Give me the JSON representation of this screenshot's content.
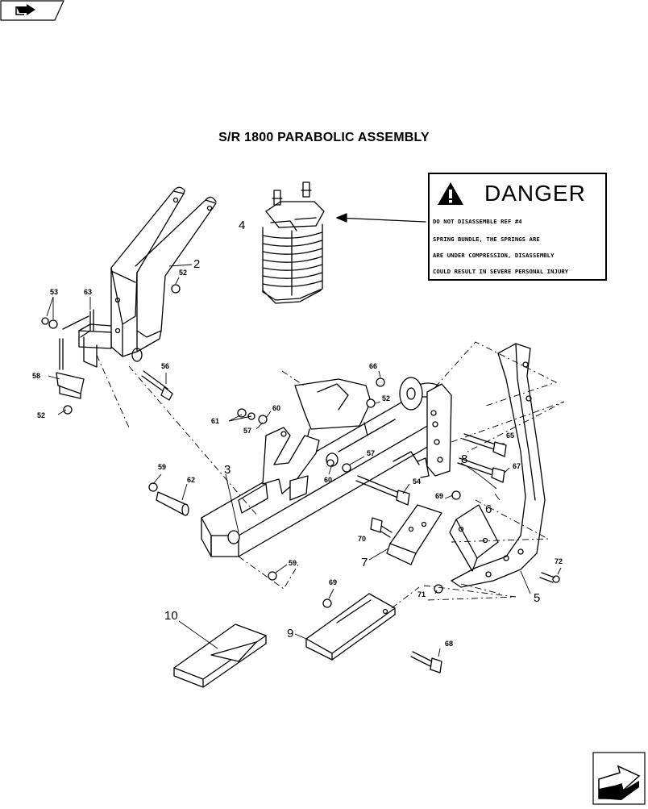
{
  "title": "S/R 1800 PARABOLIC ASSEMBLY",
  "danger": {
    "heading": "DANGER",
    "lines": [
      "DO NOT DISASSEMBLE REF #4",
      "SPRING BUNDLE, THE SPRINGS ARE",
      "ARE UNDER COMPRESSION, DISASSEMBLY",
      "COULD RESULT IN SEVERE PERSONAL INJURY"
    ]
  },
  "callouts": {
    "c2": "2",
    "c3": "3",
    "c4": "4",
    "c5": "5",
    "c6": "6",
    "c7": "7",
    "c8": "8",
    "c9": "9",
    "c10": "10",
    "c52a": "52",
    "c52b": "52",
    "c52c": "52",
    "c53": "53",
    "c54": "54",
    "c56": "56",
    "c57a": "57",
    "c57b": "57",
    "c58": "58",
    "c59a": "59",
    "c59b": "59",
    "c60a": "60",
    "c60b": "60",
    "c61": "61",
    "c62": "62",
    "c63": "63",
    "c65": "65",
    "c66": "66",
    "c67": "67",
    "c68": "68",
    "c69a": "69",
    "c69b": "69",
    "c70": "70",
    "c71": "71",
    "c72": "72"
  },
  "icons": {
    "nav": "back-arrow-tab-icon",
    "next": "next-page-arrow-icon",
    "warning": "warning-triangle-icon"
  }
}
